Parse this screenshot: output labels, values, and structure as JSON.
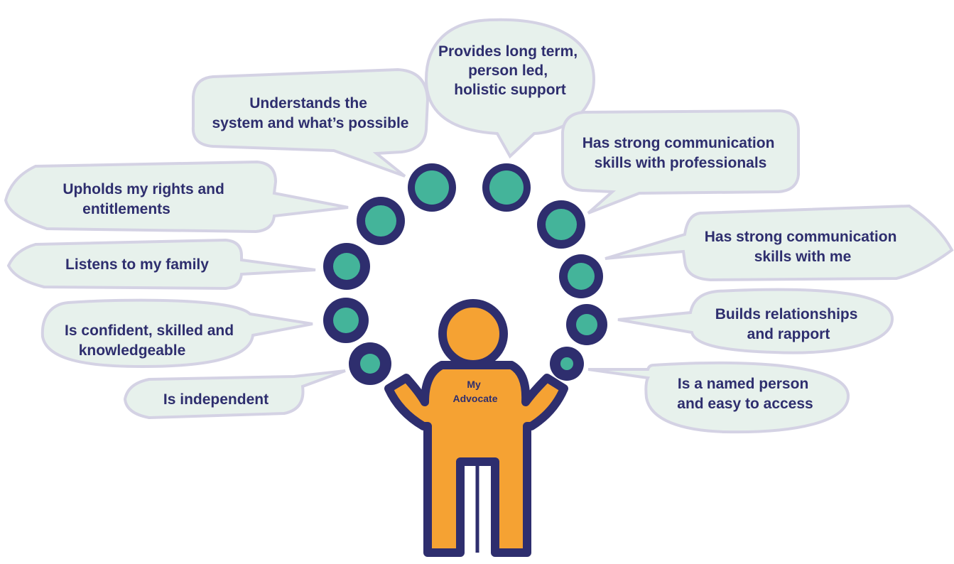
{
  "person_label": [
    "My",
    "Advocate"
  ],
  "bubbles": [
    {
      "id": "system",
      "lines": [
        "Understands the",
        "system and what’s possible"
      ]
    },
    {
      "id": "long-term",
      "lines": [
        "Provides long term,",
        "person led,",
        "holistic support"
      ]
    },
    {
      "id": "comm-professionals",
      "lines": [
        "Has strong communication",
        "skills with professionals"
      ]
    },
    {
      "id": "rights",
      "lines": [
        "Upholds my rights and",
        "entitlements"
      ]
    },
    {
      "id": "comm-me",
      "lines": [
        "Has strong communication",
        "skills with me"
      ]
    },
    {
      "id": "family",
      "lines": [
        "Listens to my family"
      ]
    },
    {
      "id": "relationships",
      "lines": [
        "Builds relationships",
        "and rapport"
      ]
    },
    {
      "id": "confident",
      "lines": [
        "Is confident, skilled and",
        "knowledgeable"
      ]
    },
    {
      "id": "independent",
      "lines": [
        "Is independent"
      ]
    },
    {
      "id": "named-person",
      "lines": [
        "Is a named person",
        "and easy to access"
      ]
    }
  ],
  "colors": {
    "bubble_fill": "#e7f1ec",
    "bubble_stroke": "#d4d2e4",
    "text": "#2e2e6e",
    "ball_outline": "#2e2e6e",
    "ball_fill": "#44b49a",
    "person_fill": "#f5a233",
    "person_outline": "#2e2e6e"
  }
}
